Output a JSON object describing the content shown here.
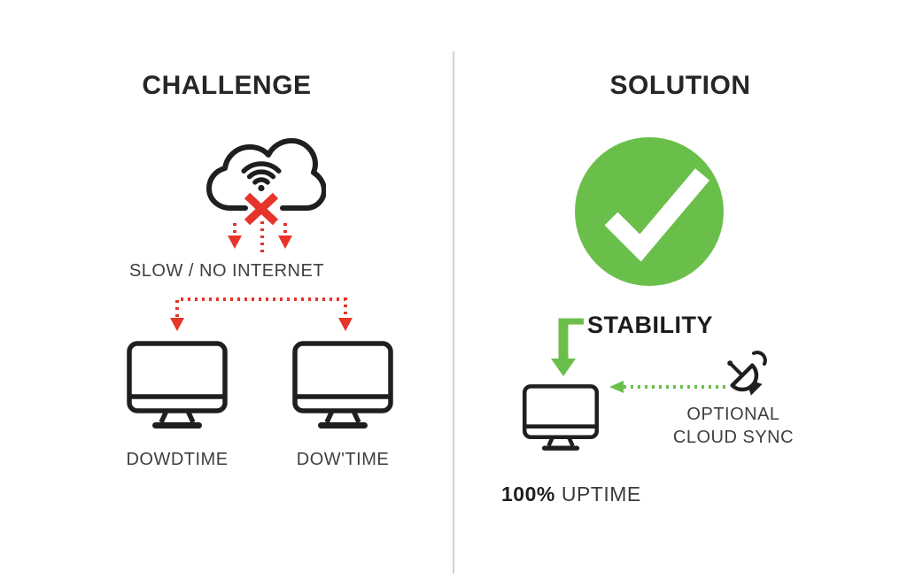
{
  "colors": {
    "green": "#6abf4b",
    "red": "#e6342b",
    "ink": "#1f1f1f",
    "title": "#262626",
    "label": "#3f3f3f",
    "divider": "#d2d2d2"
  },
  "challenge": {
    "title": "CHALLENGE",
    "status_label": "SLOW / NO INTERNET",
    "monitors": [
      {
        "label": "DOWDTIME"
      },
      {
        "label": "DOW'TIME"
      }
    ],
    "icons": [
      "offline-cloud-icon",
      "wifi-icon",
      "error-x-icon",
      "dotted-down-arrows-icon",
      "monitor-icon"
    ]
  },
  "solution": {
    "title": "SOLUTION",
    "stability_label": "STABILITY",
    "uptime_value": "100%",
    "uptime_label": "UPTIME",
    "cloud_sync_line1": "OPTIONAL",
    "cloud_sync_line2": "CLOUD SYNC",
    "icons": [
      "check-circle-icon",
      "checkmark-icon",
      "stability-arrow-icon",
      "monitor-icon",
      "cloud-sync-dotted-arrow-icon",
      "satellite-dish-icon"
    ]
  }
}
